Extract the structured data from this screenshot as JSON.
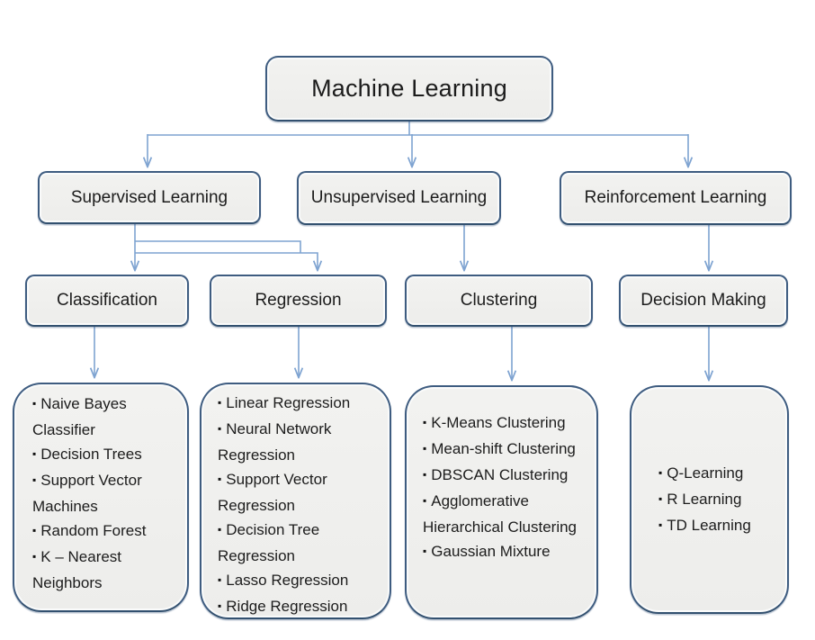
{
  "diagram": {
    "title": "Machine Learning",
    "bullet": "▪",
    "level2": {
      "supervised": "Supervised Learning",
      "unsupervised": "Unsupervised Learning",
      "reinforcement": "Reinforcement Learning"
    },
    "level3": {
      "classification": "Classification",
      "regression": "Regression",
      "clustering": "Clustering",
      "decision_making": "Decision Making"
    },
    "leaves": {
      "classification_items": [
        "Naive Bayes Classifier",
        "Decision Trees",
        "Support Vector Machines",
        "Random Forest",
        "K – Nearest Neighbors"
      ],
      "regression_items": [
        "Linear Regression",
        "Neural Network Regression",
        "Support Vector Regression",
        "Decision Tree Regression",
        "Lasso Regression",
        "Ridge Regression"
      ],
      "clustering_items": [
        "K-Means Clustering",
        "Mean-shift Clustering",
        "DBSCAN Clustering",
        "Agglomerative Hierarchical Clustering",
        "Gaussian Mixture"
      ],
      "decision_items": [
        "Q-Learning",
        "R Learning",
        "TD Learning"
      ]
    },
    "colors": {
      "box_border": "#3e5c80",
      "box_fill": "#efefed",
      "connector": "#7ea3d1",
      "text": "#1c1c1c"
    }
  }
}
